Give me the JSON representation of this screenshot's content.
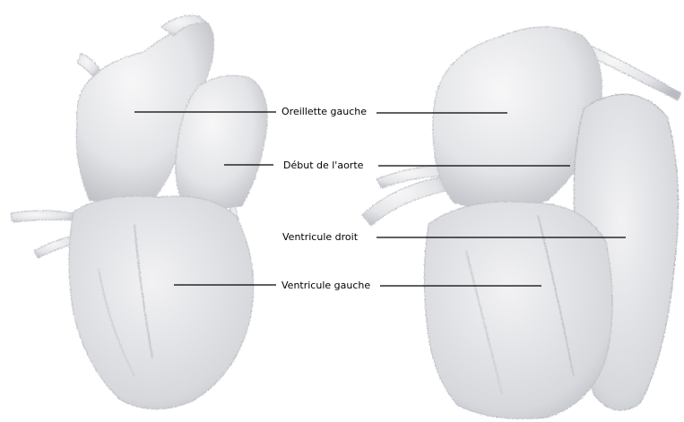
{
  "labels": {
    "oreillette_gauche": "Oreillette gauche",
    "debut_aorte": "Début de l'aorte",
    "ventricule_droit": "Ventricule droit",
    "ventricule_gauche": "Ventricule gauche"
  },
  "colors": {
    "background": "#ffffff",
    "tissue": "#e6e7ea",
    "tissue_shadow": "#b9bcc2",
    "leader_line": "#000000"
  }
}
